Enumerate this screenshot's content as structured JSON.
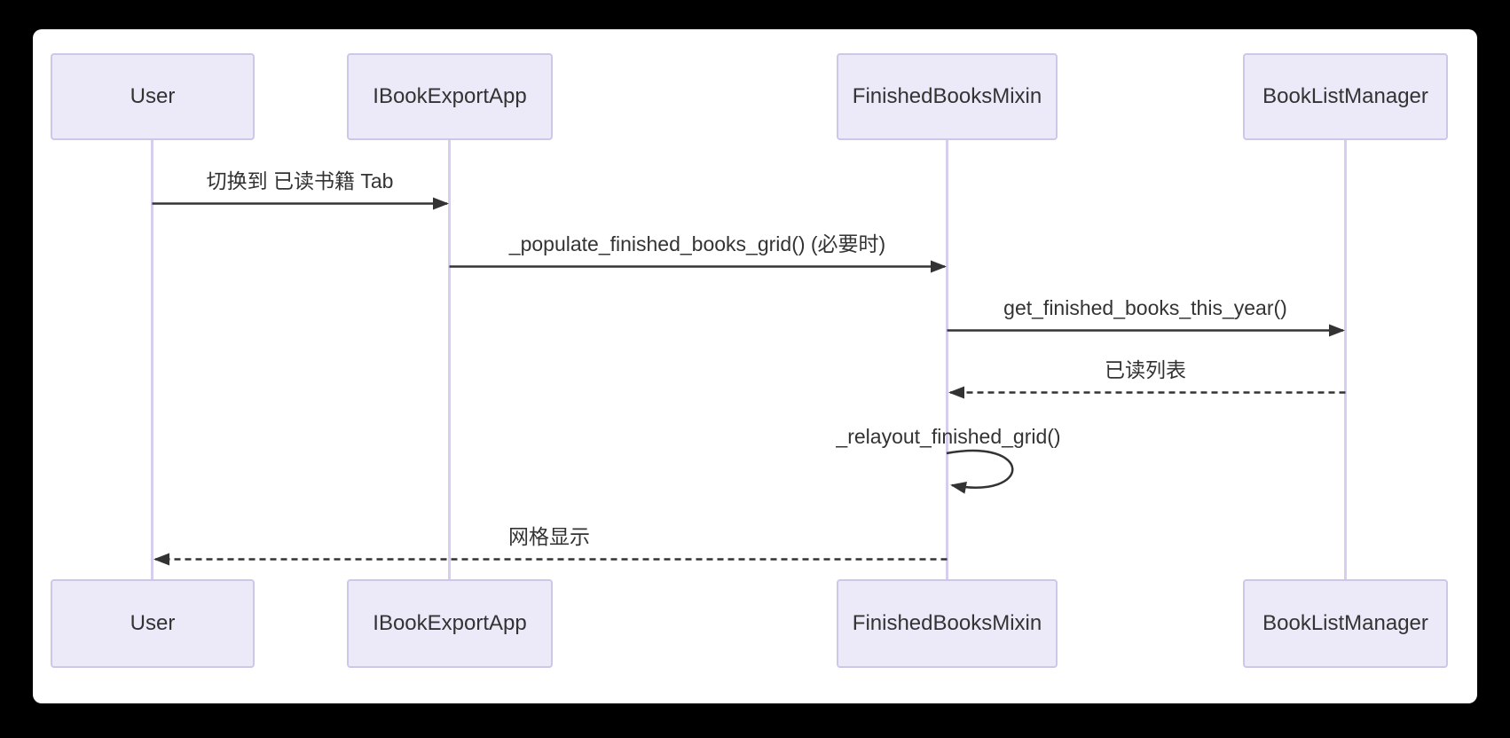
{
  "diagram": {
    "type": "sequence-diagram",
    "background": "#000000",
    "canvas_color": "#ffffff",
    "theme": {
      "actor_fill": "#ECEAF9",
      "actor_border": "#CFC7E8",
      "lifeline_color": "#D6CEEC",
      "arrow_color": "#333333",
      "text_color": "#333333"
    },
    "actors": [
      {
        "label": "User"
      },
      {
        "label": "IBookExportApp"
      },
      {
        "label": "FinishedBooksMixin"
      },
      {
        "label": "BookListManager"
      }
    ],
    "messages": [
      {
        "from": "User",
        "to": "IBookExportApp",
        "label": "切换到 已读书籍 Tab",
        "line": "solid"
      },
      {
        "from": "IBookExportApp",
        "to": "FinishedBooksMixin",
        "label": "_populate_finished_books_grid() (必要时)",
        "line": "solid"
      },
      {
        "from": "FinishedBooksMixin",
        "to": "BookListManager",
        "label": "get_finished_books_this_year()",
        "line": "solid"
      },
      {
        "from": "BookListManager",
        "to": "FinishedBooksMixin",
        "label": "已读列表",
        "line": "dashed"
      },
      {
        "from": "FinishedBooksMixin",
        "to": "FinishedBooksMixin",
        "label": "_relayout_finished_grid()",
        "line": "self"
      },
      {
        "from": "FinishedBooksMixin",
        "to": "User",
        "label": "网格显示",
        "line": "dashed"
      }
    ]
  }
}
